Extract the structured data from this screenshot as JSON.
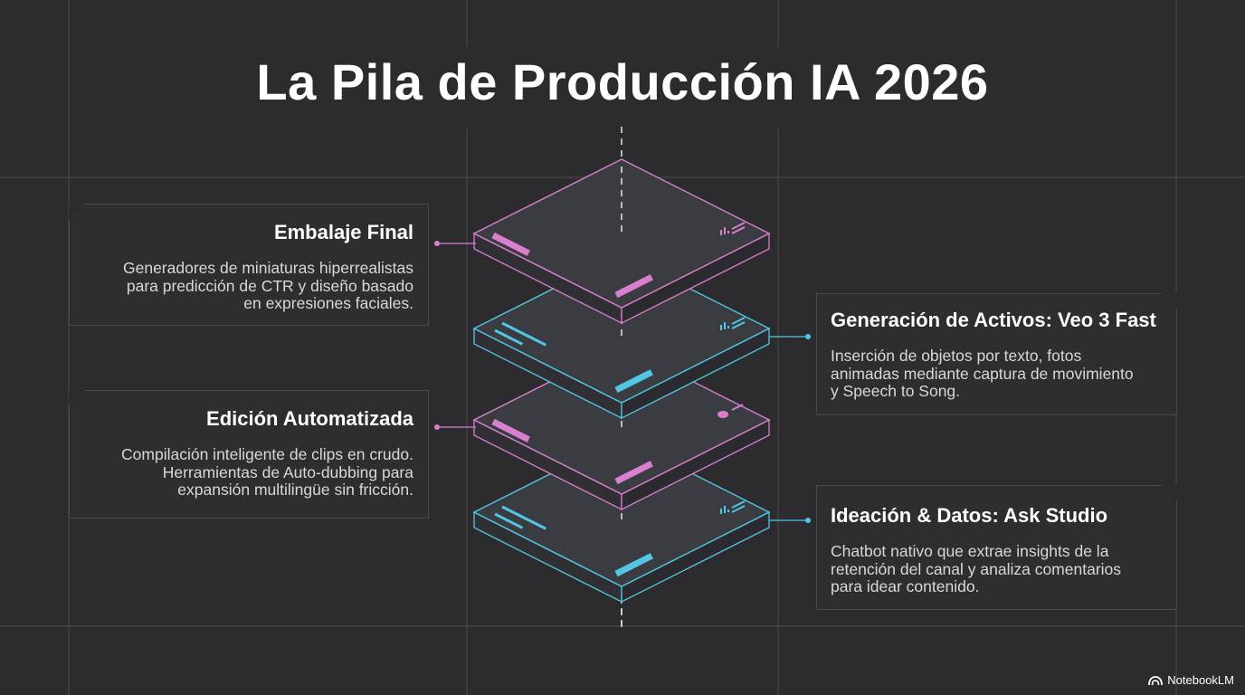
{
  "title": "La Pila de Producción IA 2026",
  "colors": {
    "background": "#2c2c2f",
    "pink": "#d97fcf",
    "cyan": "#53c6e6",
    "grid": "#47474b"
  },
  "cards": [
    {
      "id": "embalaje",
      "title": "Embalaje Final",
      "lines": [
        "Generadores de miniaturas hiperrealistas",
        "para predicción de CTR y diseño basado",
        "en expresiones faciales."
      ],
      "accent": "pink"
    },
    {
      "id": "generacion",
      "title": "Generación de Activos: Veo 3 Fast",
      "lines": [
        "Inserción de objetos por texto, fotos",
        "animadas mediante captura de movimiento",
        "y Speech to Song."
      ],
      "accent": "cyan"
    },
    {
      "id": "edicion",
      "title": "Edición Automatizada",
      "lines": [
        "Compilación inteligente de clips en crudo.",
        "Herramientas de Auto-dubbing para",
        "expansión multilingüe sin fricción."
      ],
      "accent": "pink"
    },
    {
      "id": "ideacion",
      "title": "Ideación & Datos: Ask Studio",
      "lines": [
        "Chatbot nativo que extrae insights de la",
        "retención del canal y analiza comentarios",
        "para idear contenido."
      ],
      "accent": "cyan"
    }
  ],
  "layers": [
    {
      "accent": "pink",
      "icon": "bar-chart-icon"
    },
    {
      "accent": "cyan",
      "icon": "bar-chart-icon"
    },
    {
      "accent": "pink",
      "icon": "pie-chart-icon"
    },
    {
      "accent": "cyan",
      "icon": "bar-chart-icon"
    }
  ],
  "brand": {
    "name": "NotebookLM",
    "icon": "notebooklm-logo-icon"
  }
}
